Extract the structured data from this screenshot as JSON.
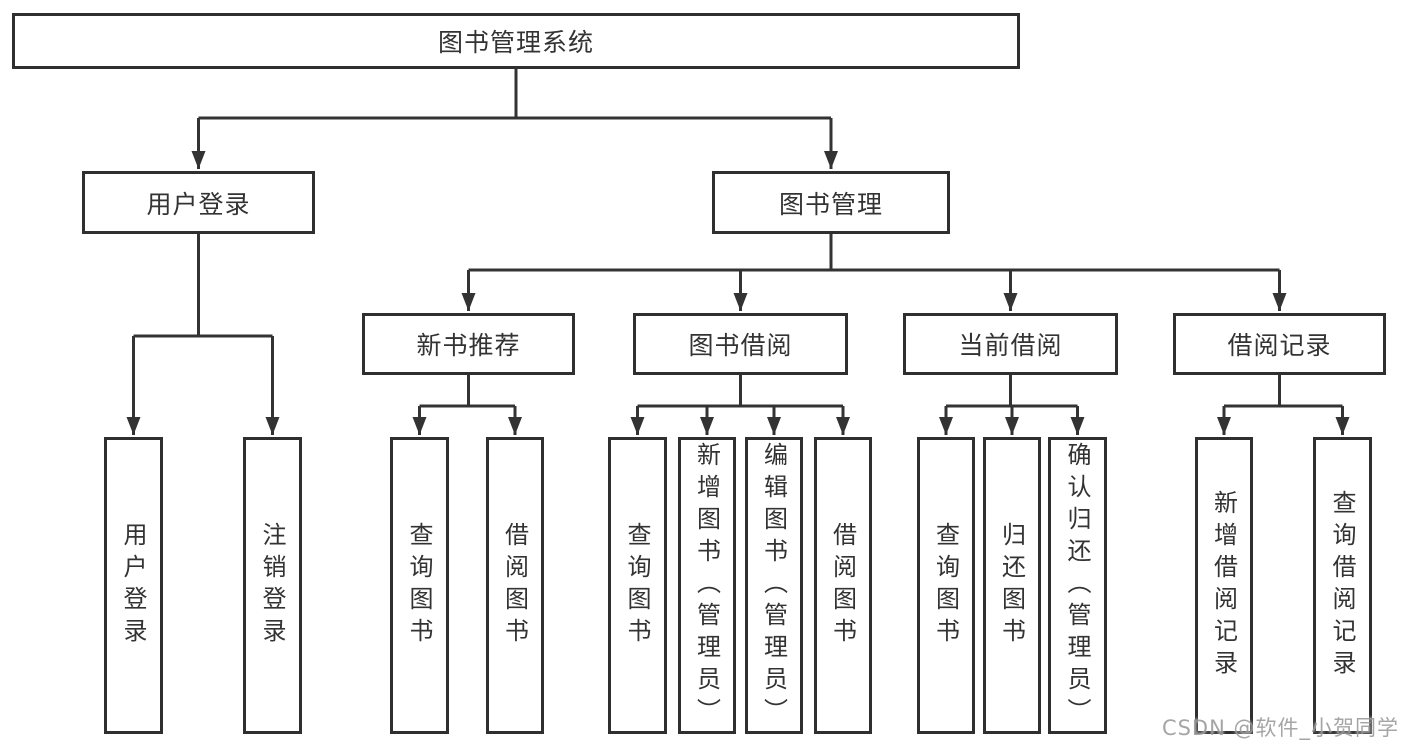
{
  "diagram": {
    "type": "hierarchy-tree",
    "colors": {
      "line": "#333333",
      "box_border": "#2f2f2f",
      "box_background": "#ffffff",
      "text": "#333333",
      "watermark": "#9c9c9c"
    },
    "watermark": "CSDN @软件_小贺同学",
    "nodes": {
      "root": {
        "label": "图书管理系统"
      },
      "user_login": {
        "label": "用户登录"
      },
      "book_mgmt": {
        "label": "图书管理"
      },
      "new_book_rec": {
        "label": "新书推荐"
      },
      "book_borrow": {
        "label": "图书借阅"
      },
      "current_borrow": {
        "label": "当前借阅"
      },
      "borrow_record": {
        "label": "借阅记录"
      },
      "leaf_user_login": {
        "label": "用户登录"
      },
      "leaf_logout": {
        "label": "注销登录"
      },
      "leaf_query_book_1": {
        "label": "查询图书"
      },
      "leaf_borrow_book_1": {
        "label": "借阅图书"
      },
      "leaf_query_book_2": {
        "label": "查询图书"
      },
      "leaf_add_book": {
        "label": "新增图书（管理员）"
      },
      "leaf_edit_book": {
        "label": "编辑图书（管理员）"
      },
      "leaf_borrow_book_2": {
        "label": "借阅图书"
      },
      "leaf_query_book_3": {
        "label": "查询图书"
      },
      "leaf_return_book": {
        "label": "归还图书"
      },
      "leaf_confirm_return": {
        "label": "确认归还（管理员）"
      },
      "leaf_add_record": {
        "label": "新增借阅记录"
      },
      "leaf_query_record": {
        "label": "查询借阅记录"
      }
    },
    "hierarchy": {
      "图书管理系统": [
        "用户登录",
        "图书管理"
      ],
      "用户登录": [
        "用户登录",
        "注销登录"
      ],
      "图书管理": [
        "新书推荐",
        "图书借阅",
        "当前借阅",
        "借阅记录"
      ],
      "新书推荐": [
        "查询图书",
        "借阅图书"
      ],
      "图书借阅": [
        "查询图书",
        "新增图书（管理员）",
        "编辑图书（管理员）",
        "借阅图书"
      ],
      "当前借阅": [
        "查询图书",
        "归还图书",
        "确认归还（管理员）"
      ],
      "借阅记录": [
        "新增借阅记录",
        "查询借阅记录"
      ]
    }
  }
}
